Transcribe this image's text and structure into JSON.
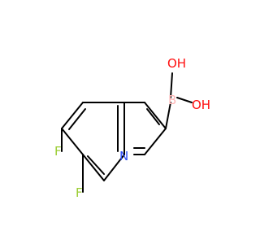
{
  "molecule": {
    "atoms": [
      {
        "id": "F7",
        "text": "F",
        "color": "#9acd32"
      },
      {
        "id": "F8",
        "text": "F",
        "color": "#9acd32"
      },
      {
        "id": "N1",
        "text": "N",
        "color": "#3050f8"
      },
      {
        "id": "B",
        "text": "B",
        "color": "#ffb5b5"
      },
      {
        "id": "OH_top",
        "text": "OH",
        "color": "#ff0d0d"
      },
      {
        "id": "OH_right",
        "text": "OH",
        "color": "#ff0d0d"
      }
    ]
  }
}
